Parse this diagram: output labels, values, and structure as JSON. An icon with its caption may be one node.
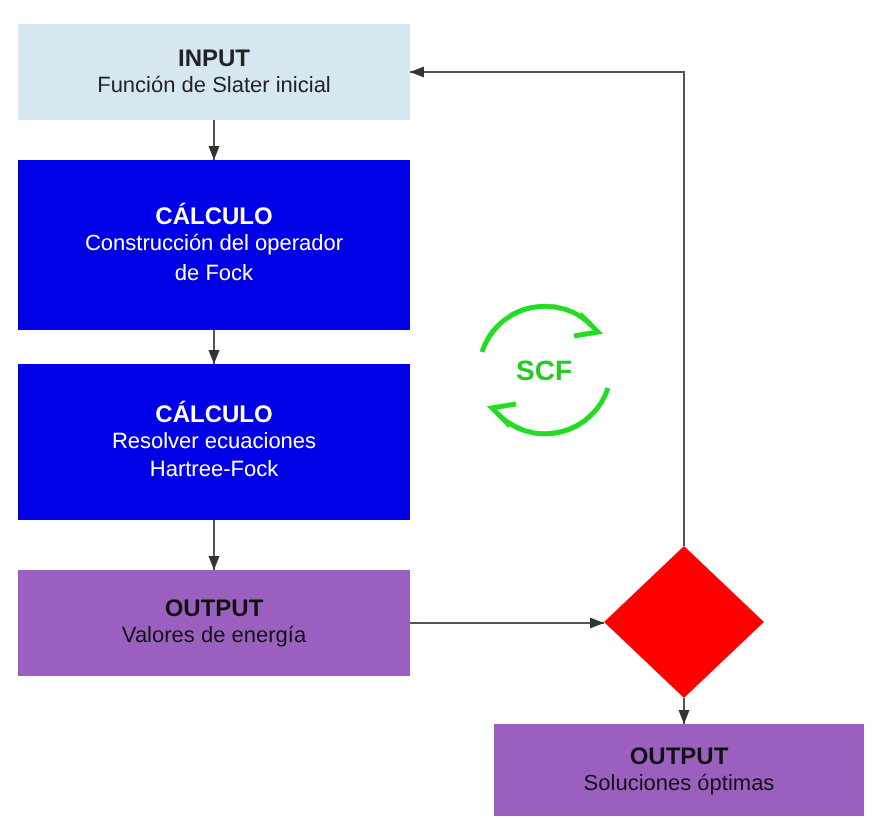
{
  "diagram": {
    "nodes": [
      {
        "text": [
          "INPUT",
          "Función de Slater inicial"
        ]
      },
      {
        "text": [
          "CÁLCULO",
          "Construcción del operador de Fock"
        ]
      },
      {
        "text": [
          "CÁLCULO",
          "Resolver ecuaciones Hartree-Fock"
        ]
      },
      {
        "text": [
          "OUTPUT",
          "Valores de energía"
        ]
      },
      {
        "text": [],
        "shape": "diamond"
      },
      {
        "text": [
          "OUTPUT",
          "Soluciones óptimas"
        ]
      }
    ],
    "edges": [
      {
        "from": 0,
        "to": 1,
        "arrow": "to"
      },
      {
        "from": 1,
        "to": 2,
        "arrow": "to"
      },
      {
        "from": 2,
        "to": 3,
        "arrow": "to"
      },
      {
        "from": 3,
        "to": 4,
        "arrow": "to"
      },
      {
        "from": 4,
        "to": 0,
        "arrow": "to"
      },
      {
        "from": 4,
        "to": 5,
        "arrow": "to"
      }
    ],
    "labels": [
      "SCF"
    ]
  }
}
